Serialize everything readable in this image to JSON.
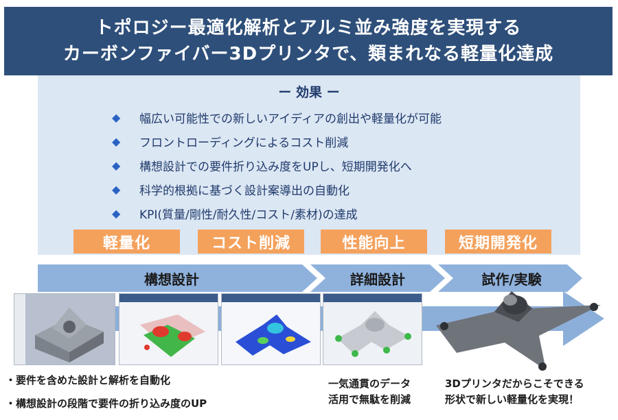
{
  "header": {
    "line1": "トポロジー最適化解析とアルミ並み強度を実現する",
    "line2": "カーボンファイバー3Dプリンタで、類まれなる軽量化達成"
  },
  "effects": {
    "title": "ー 効果 ー",
    "bullet_icon": "diamond-icon",
    "items": [
      "幅広い可能性での新しいアイディアの創出や軽量化が可能",
      "フロントローディングによるコスト削減",
      "構想設計での要件折り込み度をUPし、短期開発化へ",
      "科学的根拠に基づく設計案導出の自動化",
      "KPI(質量/剛性/耐久性/コスト/素材)の達成"
    ]
  },
  "badges": [
    "軽量化",
    "コスト削減",
    "性能向上",
    "短期開発化"
  ],
  "phases": [
    "構想設計",
    "詳細設計",
    "試作/実験"
  ],
  "notes": {
    "left_1": "・要件を含めた設計と解析を自動化",
    "left_2": "・構想設計の段階で要件の折り込み度のUP",
    "middle_1": "一気通貫のデータ",
    "middle_2": "活用で無駄を削減",
    "right_1": "3Dプリンタだからこそできる",
    "right_2": "形状で新しい軽量化を実現！"
  },
  "colors": {
    "header_bg": "#2e4f7a",
    "panel_bg": "#dce7f4",
    "badge_bg": "#f4a15c",
    "arrow_fill": "#8fb2dd",
    "text_blue": "#1f3a6b"
  }
}
